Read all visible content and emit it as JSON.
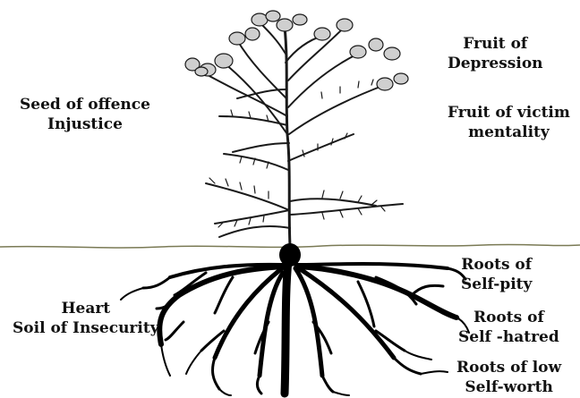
{
  "diagram": {
    "labels": {
      "seed": {
        "line1": "Seed of offence",
        "line2": "Injustice"
      },
      "fruit_depression": {
        "line1": "Fruit of",
        "line2": "Depression"
      },
      "fruit_victim": {
        "line1": "Fruit of victim",
        "line2": "mentality"
      },
      "heart": {
        "line1": "Heart",
        "line2": "Soil of Insecurity"
      },
      "roots_selfpity": {
        "line1": "Roots of",
        "line2": "Self-pity"
      },
      "roots_selfhatred": {
        "line1": "Roots of",
        "line2": "Self -hatred"
      },
      "roots_lowworth": {
        "line1": "Roots of low",
        "line2": "Self-worth"
      }
    },
    "colors": {
      "ground_line": "#7a7a55",
      "plant": "#1a1a1a",
      "roots": "#000000",
      "text": "#111111"
    },
    "icons": [
      "thistle-plant-illustration",
      "root-system-illustration",
      "ground-line"
    ]
  }
}
